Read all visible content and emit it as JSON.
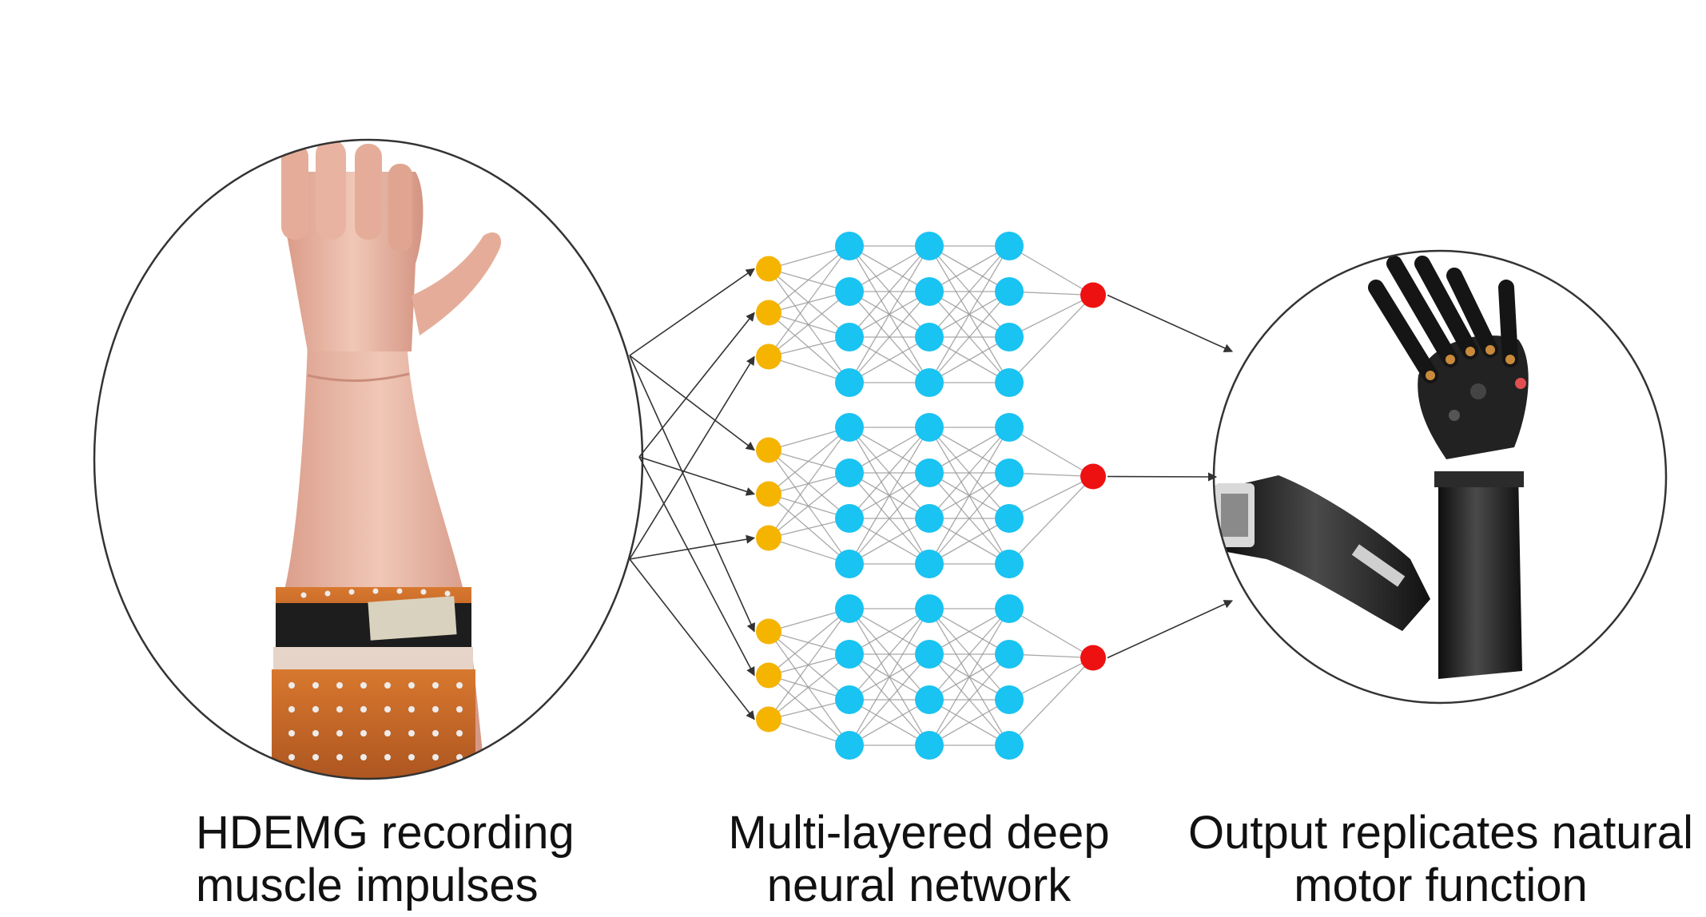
{
  "captions": {
    "input": {
      "line1": "HDEMG recording",
      "line2": "muscle impulses"
    },
    "network": {
      "line1": "Multi-layered deep",
      "line2": "neural network"
    },
    "output": {
      "line1": "Output replicates natural",
      "line2": "motor function"
    }
  },
  "network": {
    "blocks": 3,
    "input_nodes_per_block": 3,
    "hidden_layers": 3,
    "hidden_nodes_per_layer": 4,
    "output_nodes_per_block": 1
  },
  "colors": {
    "input_node": "#F5B400",
    "hidden_node": "#19C3F2",
    "output_node": "#EE1111",
    "edge": "#9a9a9a",
    "arrow": "#333333",
    "skin": "#E9B7A6",
    "electrode_band": "#C4662A",
    "robot_arm": "#1c1c1c"
  },
  "icons": {
    "input_image": "arm-with-hdemg-electrodes-icon",
    "output_image": "prosthetic-robotic-arm-icon"
  }
}
